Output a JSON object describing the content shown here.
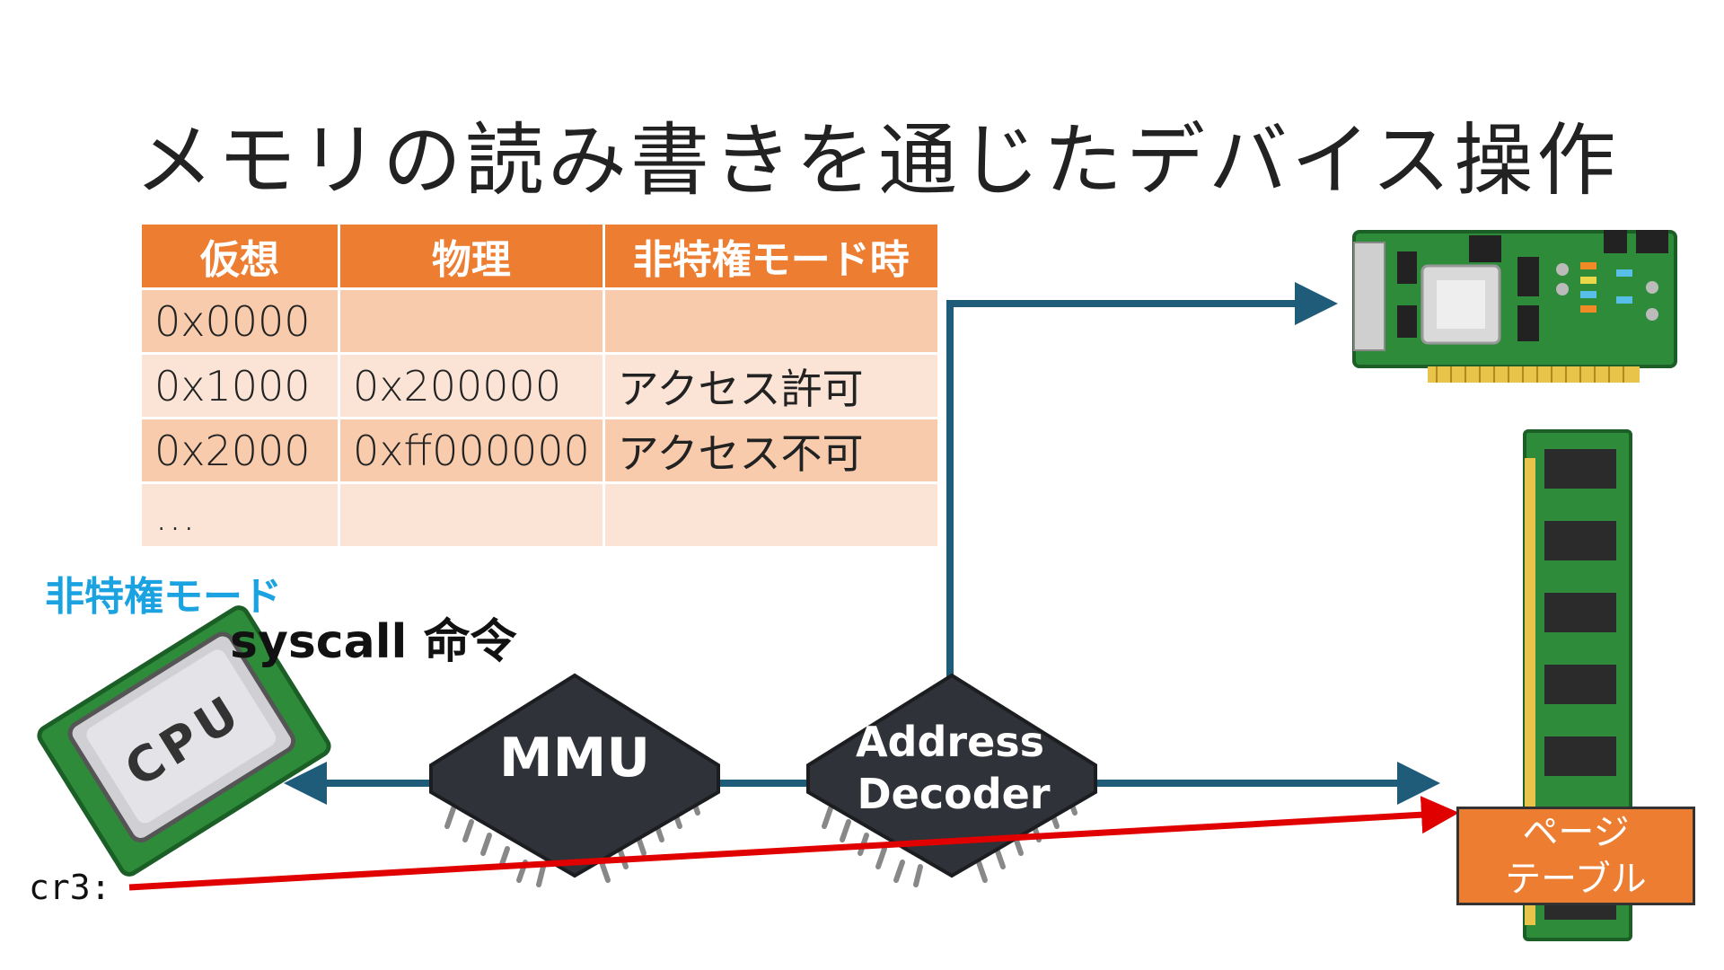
{
  "slide": {
    "title": "メモリの読み書きを通じたデバイス操作"
  },
  "table": {
    "headers": [
      "仮想",
      "物理",
      "非特権モード時"
    ],
    "rows": [
      [
        "0x0000",
        "",
        ""
      ],
      [
        "0x1000",
        "0x200000",
        "アクセス許可"
      ],
      [
        "0x2000",
        "0xff000000",
        "アクセス不可"
      ],
      [
        "…",
        "",
        ""
      ]
    ]
  },
  "labels": {
    "mode": "非特権モード",
    "syscall": "syscall 命令",
    "cr3": "cr3:",
    "page_table_line1": "ページ",
    "page_table_line2": "テーブル"
  },
  "chips": {
    "cpu": "CPU",
    "mmu": "MMU",
    "decoder_line1": "Address",
    "decoder_line2": "Decoder"
  },
  "colors": {
    "arrow": "#1f5c7a",
    "red_arrow": "#e00000",
    "accent": "#ed7d31",
    "mode_label": "#1aa3e0"
  }
}
